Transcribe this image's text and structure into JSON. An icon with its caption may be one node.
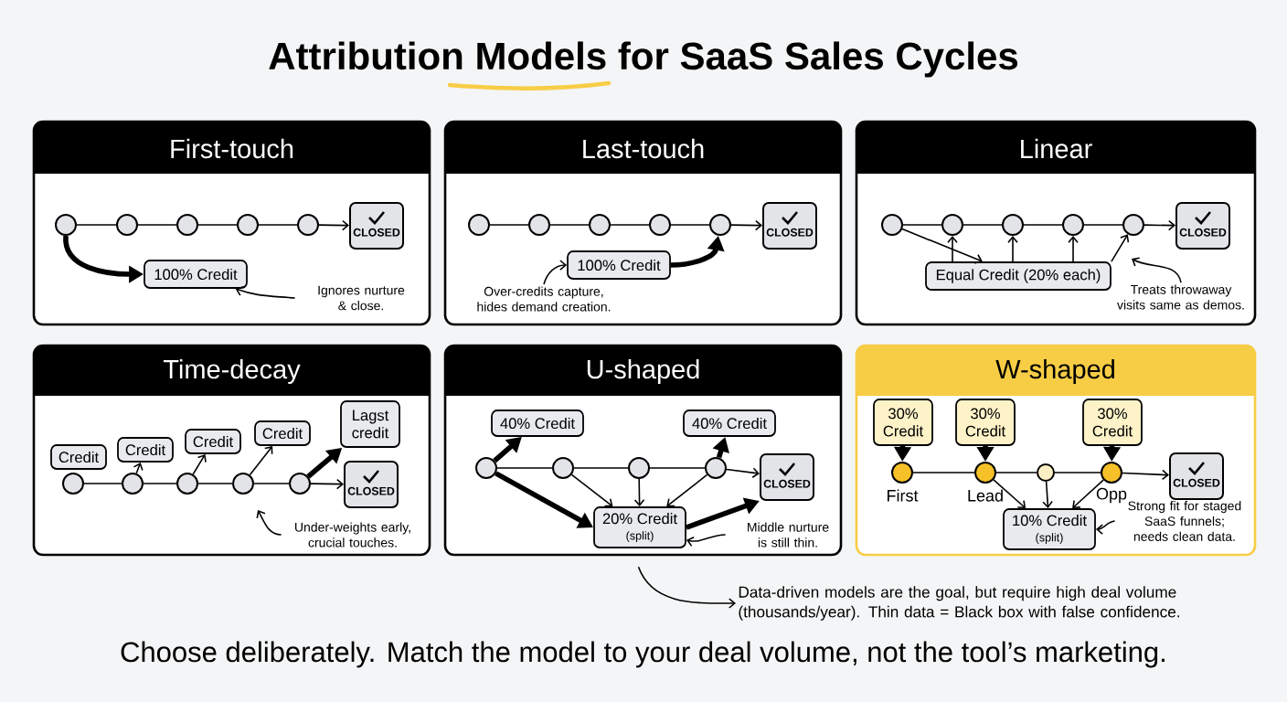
{
  "diagram": {
    "title": "Attribution Models for SaaS Sales Cycles",
    "caption": "Choose deliberately. Match the model to your deal volume, not the tool’s marketing.",
    "nodes": [
      {
        "text": [
          "First-touch"
        ]
      },
      {
        "text": [],
        "shape": "circle",
        "in": 0
      },
      {
        "text": [],
        "shape": "circle",
        "in": 0
      },
      {
        "text": [],
        "shape": "circle",
        "in": 0
      },
      {
        "text": [],
        "shape": "circle",
        "in": 0
      },
      {
        "text": [],
        "shape": "circle",
        "in": 0
      },
      {
        "text": [
          "CLOSED"
        ],
        "in": 0
      },
      {
        "text": [
          "100% Credit"
        ],
        "in": 0
      },
      {
        "text": [
          "Ignores nurture & close."
        ],
        "in": 0
      },
      {
        "text": [
          "Last-touch"
        ]
      },
      {
        "text": [],
        "shape": "circle",
        "in": 9
      },
      {
        "text": [],
        "shape": "circle",
        "in": 9
      },
      {
        "text": [],
        "shape": "circle",
        "in": 9
      },
      {
        "text": [],
        "shape": "circle",
        "in": 9
      },
      {
        "text": [],
        "shape": "circle",
        "in": 9
      },
      {
        "text": [
          "CLOSED"
        ],
        "in": 9
      },
      {
        "text": [
          "100% Credit"
        ],
        "in": 9
      },
      {
        "text": [
          "Over-credits capture, hides demand creation."
        ],
        "in": 9
      },
      {
        "text": [
          "Linear"
        ]
      },
      {
        "text": [],
        "shape": "circle",
        "in": 18
      },
      {
        "text": [],
        "shape": "circle",
        "in": 18
      },
      {
        "text": [],
        "shape": "circle",
        "in": 18
      },
      {
        "text": [],
        "shape": "circle",
        "in": 18
      },
      {
        "text": [],
        "shape": "circle",
        "in": 18
      },
      {
        "text": [
          "CLOSED"
        ],
        "in": 18
      },
      {
        "text": [
          "Equal Credit (20% each)"
        ],
        "in": 18
      },
      {
        "text": [
          "Treats throwaway visits same as demos."
        ],
        "in": 18
      },
      {
        "text": [
          "Time-decay"
        ]
      },
      {
        "text": [],
        "shape": "circle",
        "in": 27
      },
      {
        "text": [],
        "shape": "circle",
        "in": 27
      },
      {
        "text": [],
        "shape": "circle",
        "in": 27
      },
      {
        "text": [],
        "shape": "circle",
        "in": 27
      },
      {
        "text": [],
        "shape": "circle",
        "in": 27
      },
      {
        "text": [
          "CLOSED"
        ],
        "in": 27
      },
      {
        "text": [
          "Credit"
        ],
        "in": 27
      },
      {
        "text": [
          "Credit"
        ],
        "in": 27
      },
      {
        "text": [
          "Credit"
        ],
        "in": 27
      },
      {
        "text": [
          "Credit"
        ],
        "in": 27
      },
      {
        "text": [
          "Lagst credit"
        ],
        "in": 27
      },
      {
        "text": [
          "Under-weights early, crucial touches."
        ],
        "in": 27
      },
      {
        "text": [
          "U-shaped"
        ]
      },
      {
        "text": [],
        "shape": "circle",
        "in": 40
      },
      {
        "text": [],
        "shape": "circle",
        "in": 40
      },
      {
        "text": [],
        "shape": "circle",
        "in": 40
      },
      {
        "text": [],
        "shape": "circle",
        "in": 40
      },
      {
        "text": [
          "CLOSED"
        ],
        "in": 40
      },
      {
        "text": [
          "40% Credit"
        ],
        "in": 40
      },
      {
        "text": [
          "40% Credit"
        ],
        "in": 40
      },
      {
        "text": [
          "20% Credit",
          "(split)"
        ],
        "in": 40
      },
      {
        "text": [
          "Middle nurture is still thin."
        ],
        "in": 40
      },
      {
        "text": [
          "W-shaped"
        ]
      },
      {
        "text": [],
        "shape": "circle",
        "in": 50,
        "beside": [
          "First"
        ]
      },
      {
        "text": [],
        "shape": "circle",
        "in": 50,
        "beside": [
          "Lead"
        ]
      },
      {
        "text": [],
        "shape": "circle",
        "in": 50
      },
      {
        "text": [],
        "shape": "circle",
        "in": 50,
        "beside": [
          "Opp"
        ]
      },
      {
        "text": [
          "CLOSED"
        ],
        "in": 50
      },
      {
        "text": [
          "30% Credit"
        ],
        "in": 50
      },
      {
        "text": [
          "30% Credit"
        ],
        "in": 50
      },
      {
        "text": [
          "30% Credit"
        ],
        "in": 50
      },
      {
        "text": [
          "10% Credit",
          "(split)"
        ],
        "in": 50
      },
      {
        "text": [
          "Strong fit for staged SaaS funnels; needs clean data."
        ],
        "in": 50
      },
      {
        "text": [
          "Data-driven models are the goal, but require high deal volume (thousands/year). Thin data = Black box with false confidence."
        ]
      }
    ],
    "edges": [
      {
        "from": 1,
        "to": 2,
        "arrow": "none"
      },
      {
        "from": 2,
        "to": 3,
        "arrow": "none"
      },
      {
        "from": 3,
        "to": 4,
        "arrow": "none"
      },
      {
        "from": 4,
        "to": 5,
        "arrow": "none"
      },
      {
        "from": 5,
        "to": 6,
        "arrow": "to"
      },
      {
        "from": 1,
        "to": 7,
        "arrow": "to",
        "style": "thick"
      },
      {
        "from": 8,
        "to": 7,
        "arrow": "to"
      },
      {
        "from": 10,
        "to": 11,
        "arrow": "none"
      },
      {
        "from": 11,
        "to": 12,
        "arrow": "none"
      },
      {
        "from": 12,
        "to": 13,
        "arrow": "none"
      },
      {
        "from": 13,
        "to": 14,
        "arrow": "none"
      },
      {
        "from": 14,
        "to": 15,
        "arrow": "to"
      },
      {
        "from": 16,
        "to": 14,
        "arrow": "to",
        "style": "thick"
      },
      {
        "from": 17,
        "to": 16,
        "arrow": "to"
      },
      {
        "from": 19,
        "to": 20,
        "arrow": "none"
      },
      {
        "from": 20,
        "to": 21,
        "arrow": "none"
      },
      {
        "from": 21,
        "to": 22,
        "arrow": "none"
      },
      {
        "from": 22,
        "to": 23,
        "arrow": "none"
      },
      {
        "from": 23,
        "to": 24,
        "arrow": "to"
      },
      {
        "from": 19,
        "to": 25,
        "arrow": "to"
      },
      {
        "from": 25,
        "to": 20,
        "arrow": "to"
      },
      {
        "from": 25,
        "to": 21,
        "arrow": "to"
      },
      {
        "from": 25,
        "to": 22,
        "arrow": "to"
      },
      {
        "from": 25,
        "to": 23,
        "arrow": "to"
      },
      {
        "from": 26,
        "to": null,
        "arrow": "to"
      },
      {
        "from": 28,
        "to": 29,
        "arrow": "none"
      },
      {
        "from": 29,
        "to": 30,
        "arrow": "none"
      },
      {
        "from": 30,
        "to": 31,
        "arrow": "none"
      },
      {
        "from": 31,
        "to": 32,
        "arrow": "none"
      },
      {
        "from": 32,
        "to": 33,
        "arrow": "to"
      },
      {
        "from": 29,
        "to": 35,
        "arrow": "to"
      },
      {
        "from": 30,
        "to": 36,
        "arrow": "to"
      },
      {
        "from": 31,
        "to": 37,
        "arrow": "to"
      },
      {
        "from": 32,
        "to": 38,
        "arrow": "to",
        "style": "thick"
      },
      {
        "from": 39,
        "to": null,
        "arrow": "to"
      },
      {
        "from": 41,
        "to": 42,
        "arrow": "none"
      },
      {
        "from": 42,
        "to": 43,
        "arrow": "none"
      },
      {
        "from": 43,
        "to": 44,
        "arrow": "none"
      },
      {
        "from": 44,
        "to": 45,
        "arrow": "to"
      },
      {
        "from": 41,
        "to": 46,
        "arrow": "to",
        "style": "thick"
      },
      {
        "from": 44,
        "to": 47,
        "arrow": "to",
        "style": "thick"
      },
      {
        "from": 41,
        "to": 48,
        "arrow": "to",
        "style": "thick"
      },
      {
        "from": 42,
        "to": 48,
        "arrow": "to"
      },
      {
        "from": 43,
        "to": 48,
        "arrow": "to"
      },
      {
        "from": 44,
        "to": 48,
        "arrow": "to"
      },
      {
        "from": 48,
        "to": 45,
        "arrow": "to",
        "style": "thick"
      },
      {
        "from": 49,
        "to": 48,
        "arrow": "to"
      },
      {
        "from": 51,
        "to": 52,
        "arrow": "none"
      },
      {
        "from": 52,
        "to": 53,
        "arrow": "none"
      },
      {
        "from": 53,
        "to": 54,
        "arrow": "none"
      },
      {
        "from": 54,
        "to": 55,
        "arrow": "to"
      },
      {
        "from": 56,
        "to": 51,
        "arrow": "to",
        "style": "thick"
      },
      {
        "from": 57,
        "to": 52,
        "arrow": "to",
        "style": "thick"
      },
      {
        "from": 58,
        "to": 54,
        "arrow": "to",
        "style": "thick"
      },
      {
        "from": 52,
        "to": 59,
        "arrow": "to"
      },
      {
        "from": 53,
        "to": 59,
        "arrow": "to"
      },
      {
        "from": 54,
        "to": 59,
        "arrow": "to"
      },
      {
        "from": 60,
        "to": 59,
        "arrow": "to"
      },
      {
        "from": 40,
        "to": 61,
        "arrow": "to"
      }
    ]
  }
}
